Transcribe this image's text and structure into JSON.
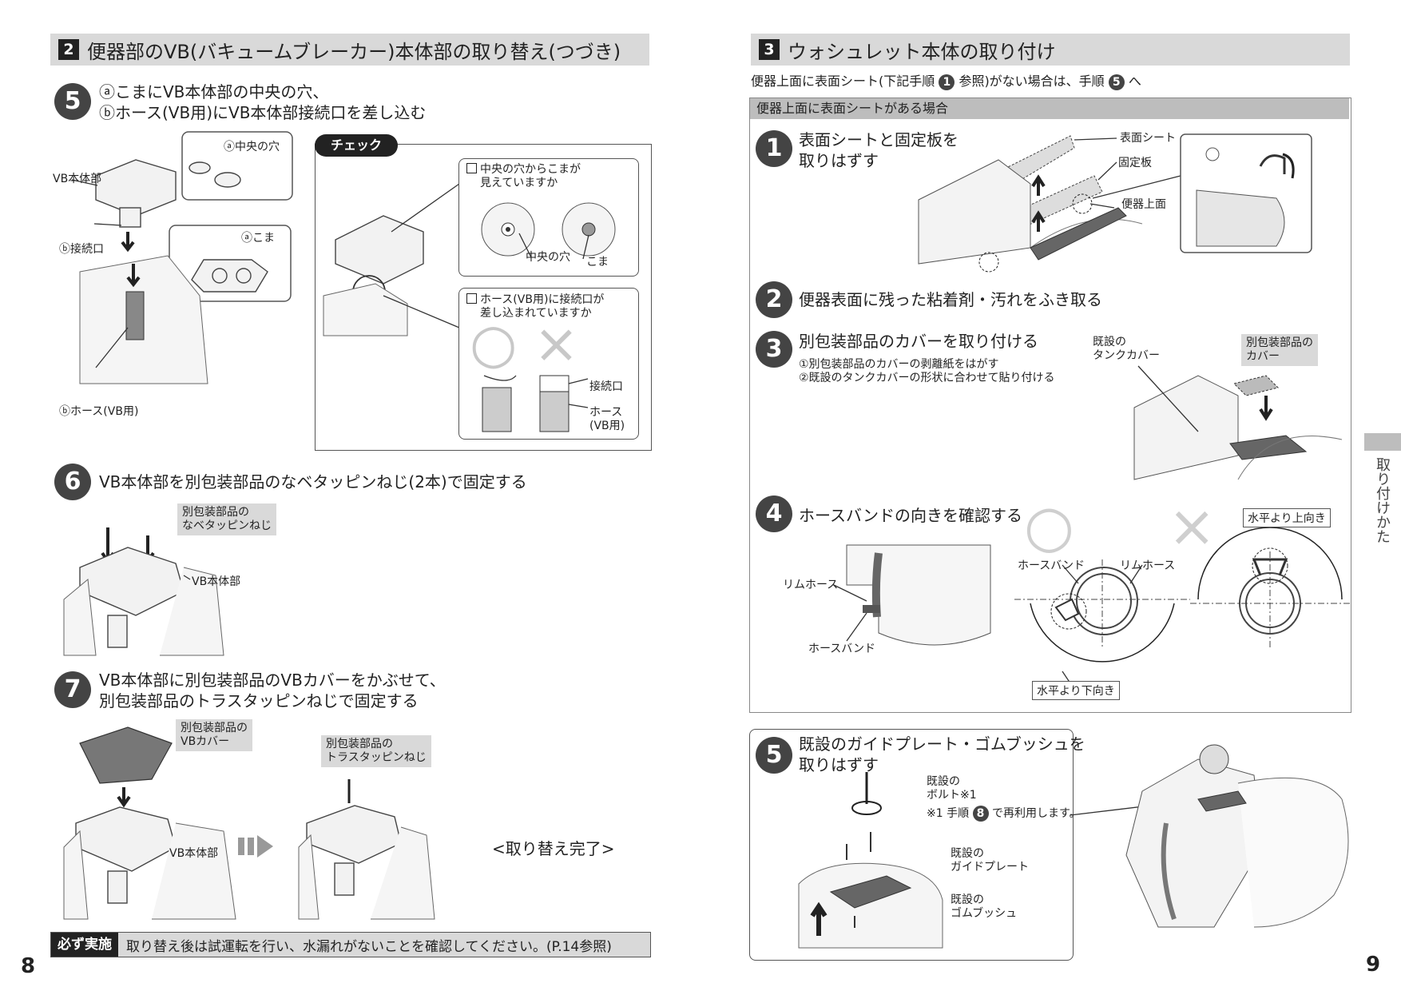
{
  "left": {
    "section_num": "2",
    "section_title": "便器部のVB(バキュームブレーカー)本体部の取り替え(つづき)",
    "step5": {
      "num": "5",
      "line1": "ⓐこまにVB本体部の中央の穴、",
      "line2": "ⓑホース(VB用)にVB本体部接続口を差し込む"
    },
    "labels": {
      "vb_body": "VB本体部",
      "center_hole": "ⓐ中央の穴",
      "koma": "ⓐこま",
      "connector": "ⓑ接続口",
      "hose_vb": "ⓑホース(VB用)"
    },
    "check": {
      "title": "チェック",
      "q1_line1": "中央の穴からこまが",
      "q1_line2": "見えていますか",
      "center_hole": "中央の穴",
      "koma": "こま",
      "q2_line1": "ホース(VB用)に接続口が",
      "q2_line2": "差し込まれていますか",
      "ok": "○",
      "ng": "×",
      "connector": "接続口",
      "hose_line1": "ホース",
      "hose_line2": "(VB用)"
    },
    "step6": {
      "num": "6",
      "text": "VB本体部を別包装部品のなベタッピンねじ(2本)で固定する",
      "screw_line1": "別包装部品の",
      "screw_line2": "なベタッピンねじ",
      "vb_body": "VB本体部"
    },
    "step7": {
      "num": "7",
      "line1": "VB本体部に別包装部品のVBカバーをかぶせて、",
      "line2": "別包装部品のトラスタッピンねじで固定する",
      "cover_line1": "別包装部品の",
      "cover_line2": "VBカバー",
      "truss_line1": "別包装部品の",
      "truss_line2": "トラスタッピンねじ",
      "vb_body": "VB本体部",
      "done": "<取り替え完了>"
    },
    "notice": {
      "tag": "必ず実施",
      "text": "取り替え後は試運転を行い、水漏れがないことを確認してください。(P.14参照)"
    },
    "page_number": "8"
  },
  "right": {
    "section_num": "3",
    "section_title": "ウォシュレット本体の取り付け",
    "intro_a": "便器上面に表面シート(下記手順",
    "intro_badge1": "1",
    "intro_b": "参照)がない場合は、手順",
    "intro_badge2": "5",
    "intro_c": "へ",
    "sheet_header": "便器上面に表面シートがある場合",
    "step1": {
      "num": "1",
      "line1": "表面シートと固定板を",
      "line2": "取りはずす",
      "surface_sheet": "表面シート",
      "fixing_plate": "固定板",
      "toilet_top": "便器上面"
    },
    "step2": {
      "num": "2",
      "text": "便器表面に残った粘着剤・汚れをふき取る"
    },
    "step3": {
      "num": "3",
      "text": "別包装部品のカバーを取り付ける",
      "sub1": "①別包装部品のカバーの剥離紙をはがす",
      "sub2": "②既設のタンクカバーの形状に合わせて貼り付ける",
      "existing_line1": "既設の",
      "existing_line2": "タンクカバー",
      "cover_line1": "別包装部品の",
      "cover_line2": "カバー"
    },
    "step4": {
      "num": "4",
      "text": "ホースバンドの向きを確認する",
      "rim_hose": "リムホース",
      "hose_band": "ホースバンド",
      "ok": "○",
      "ng": "×",
      "hose_band2": "ホースバンド",
      "rim_hose2": "リムホース",
      "down": "水平より下向き",
      "up": "水平より上向き"
    },
    "step5": {
      "num": "5",
      "line1": "既設のガイドプレート・ゴムブッシュを",
      "line2": "取りはずす",
      "bolt_line1": "既設の",
      "bolt_line2": "ボルト※1",
      "note_a": "※1 手順",
      "note_badge": "8",
      "note_b": "で再利用します。",
      "guide_line1": "既設の",
      "guide_line2": "ガイドプレート",
      "bush_line1": "既設の",
      "bush_line2": "ゴムブッシュ"
    },
    "side_tab": "取り付けかた",
    "page_number": "9"
  }
}
